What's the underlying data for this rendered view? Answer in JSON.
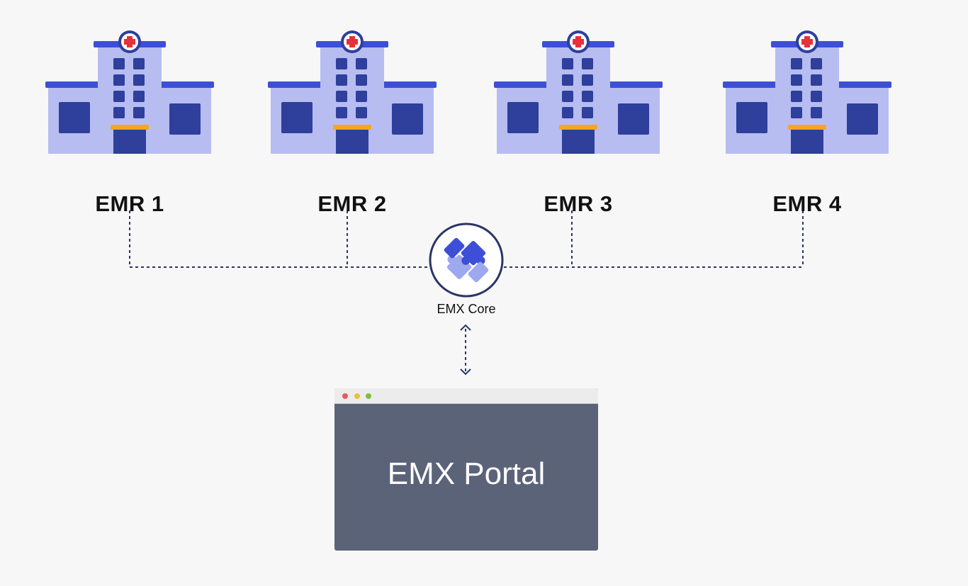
{
  "emr_nodes": [
    {
      "label": "EMR 1"
    },
    {
      "label": "EMR 2"
    },
    {
      "label": "EMR 3"
    },
    {
      "label": "EMR 4"
    }
  ],
  "core": {
    "label": "EMX Core",
    "icon": "puzzle-icon"
  },
  "portal": {
    "title": "EMX Portal",
    "window_dots": [
      "#e85a5a",
      "#e8c33a",
      "#7bc043"
    ]
  },
  "colors": {
    "building_light": "#b7bdf0",
    "building_roof": "#3d4fd6",
    "building_dark": "#2e3f9c",
    "door_trim": "#f5a623",
    "cross": "#e8303a",
    "connector": "#2b3566",
    "portal_body": "#5b6379"
  }
}
